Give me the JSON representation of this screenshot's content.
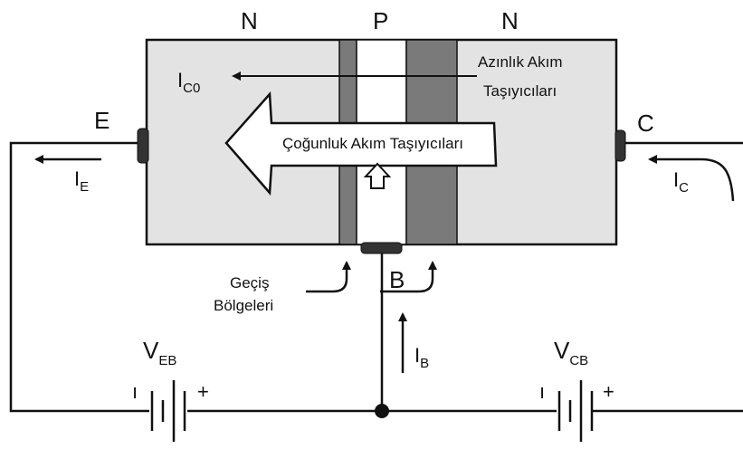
{
  "regions": {
    "left": "N",
    "middle": "P",
    "right": "N"
  },
  "terminals": {
    "emitter": "E",
    "collector": "C",
    "base": "B"
  },
  "currents": {
    "collector_leak": {
      "main": "I",
      "sub": "C0"
    },
    "emitter": {
      "main": "I",
      "sub": "E"
    },
    "collector": {
      "main": "I",
      "sub": "C"
    },
    "base": {
      "main": "I",
      "sub": "B"
    }
  },
  "carriers": {
    "minority_line1": "Azınlık Akım",
    "minority_line2": "Taşıyıcıları",
    "majority": "Çoğunluk Akım Taşıyıcıları"
  },
  "transition": {
    "line1": "Geçiş",
    "line2": "Bölgeleri"
  },
  "batteries": {
    "veb": {
      "main": "V",
      "sub": "EB",
      "minus": "ı",
      "plus": "+"
    },
    "vcb": {
      "main": "V",
      "sub": "CB",
      "minus": "ı",
      "plus": "+"
    }
  },
  "colors": {
    "body": "#e3e3e3",
    "depletion": "#7a7a7a",
    "p_region": "#ffffff",
    "stroke": "#111111"
  }
}
